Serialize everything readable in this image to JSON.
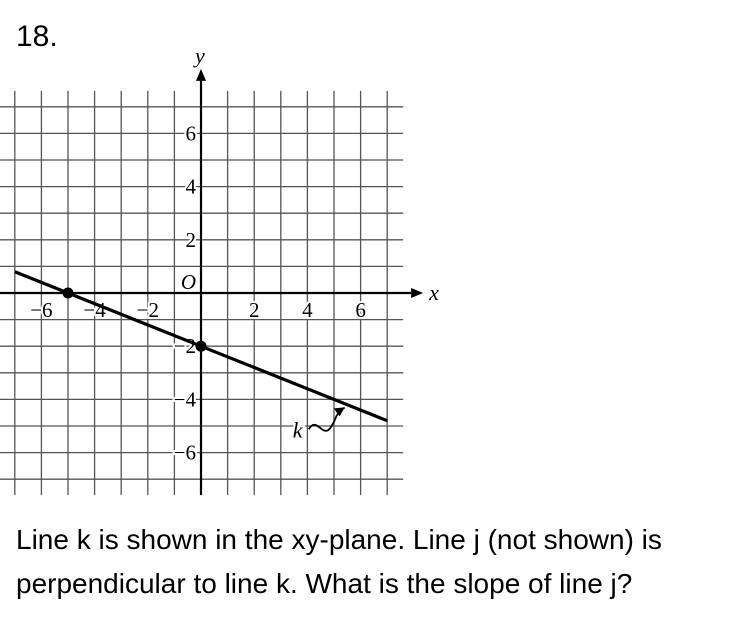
{
  "question": {
    "number": "18.",
    "text": "Line k is shown in the xy-plane. Line j (not shown) is perpendicular to line k. What is the slope of line j?"
  },
  "chart_data": {
    "type": "line",
    "xlabel": "x",
    "ylabel": "y",
    "origin_label": "O",
    "xlim": [
      -7,
      7
    ],
    "ylim": [
      -7,
      7
    ],
    "grid": true,
    "x_ticks": [
      {
        "value": -6,
        "label": "−6"
      },
      {
        "value": -4,
        "label": "−4"
      },
      {
        "value": -2,
        "label": "−2"
      },
      {
        "value": 2,
        "label": "2"
      },
      {
        "value": 4,
        "label": "4"
      },
      {
        "value": 6,
        "label": "6"
      }
    ],
    "y_ticks": [
      {
        "value": 6,
        "label": "6"
      },
      {
        "value": 4,
        "label": "4"
      },
      {
        "value": 2,
        "label": "2"
      },
      {
        "value": -2,
        "label": "−2"
      },
      {
        "value": -4,
        "label": "−4"
      },
      {
        "value": -6,
        "label": "−6"
      }
    ],
    "series": [
      {
        "name": "k",
        "x": [
          -7,
          7
        ],
        "y": [
          0.8,
          -4.8
        ],
        "color": "#000000"
      }
    ],
    "points": [
      {
        "x": -5,
        "y": 0
      },
      {
        "x": 0,
        "y": -2
      }
    ],
    "annotations": [
      {
        "text": "k",
        "x": 3.6,
        "y": -5.2,
        "arrow_to": {
          "x": 5.4,
          "y": -4.3
        }
      }
    ]
  }
}
